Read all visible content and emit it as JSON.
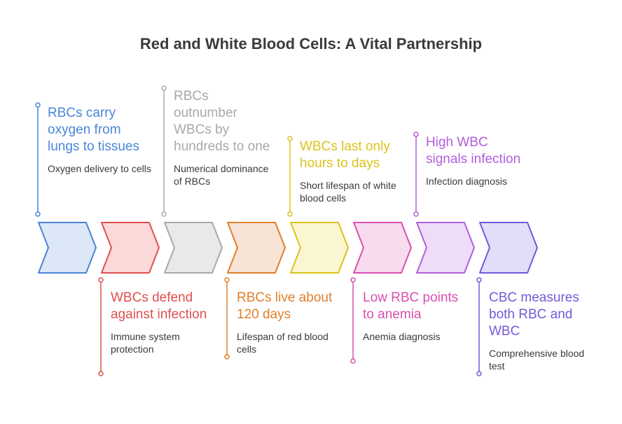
{
  "title": "Red and White Blood Cells: A Vital Partnership",
  "steps": [
    {
      "heading": "RBCs carry oxygen from lungs to tissues",
      "description": "Oxygen delivery to cells",
      "color": "#4a86d8",
      "fill": "#dce7f7"
    },
    {
      "heading": "WBCs defend against infection",
      "description": "Immune system protection",
      "color": "#e0504f",
      "fill": "#fad9d8"
    },
    {
      "heading": "RBCs outnumber WBCs by hundreds to one",
      "description": "Numerical dominance of RBCs",
      "color": "#a9a9a9",
      "fill": "#e9e9e9"
    },
    {
      "heading": "RBCs live about 120 days",
      "description": "Lifespan of red blood cells",
      "color": "#e07f2c",
      "fill": "#f7e4d6"
    },
    {
      "heading": "WBCs last only hours to days",
      "description": "Short lifespan of white blood cells",
      "color": "#dcc31c",
      "fill": "#fbf6d2"
    },
    {
      "heading": "Low RBC points to anemia",
      "description": "Anemia diagnosis",
      "color": "#d84fb0",
      "fill": "#f8dbef"
    },
    {
      "heading": "High WBC signals infection",
      "description": "Infection diagnosis",
      "color": "#b25fdc",
      "fill": "#efdcf8"
    },
    {
      "heading": "CBC measures both RBC and WBC",
      "description": "Comprehensive blood test",
      "color": "#7559da",
      "fill": "#e2ddf8"
    }
  ]
}
